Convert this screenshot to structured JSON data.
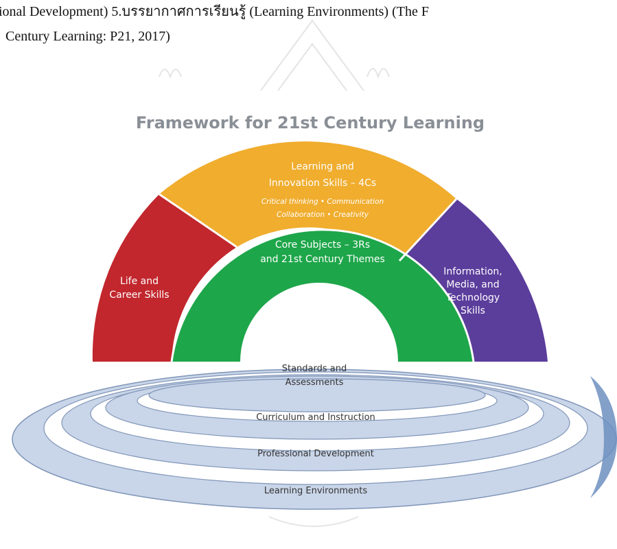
{
  "document": {
    "line1": "ional Development) 5.บรรยากาศการเรียนรู้ (Learning Environments) (The F",
    "line2": "Century Learning: P21, 2017)"
  },
  "diagram": {
    "title": "Framework for 21st Century Learning",
    "segments": {
      "learning_innovation": {
        "title_line1": "Learning and",
        "title_line2": "Innovation Skills – 4Cs",
        "sub_line1": "Critical thinking • Communication",
        "sub_line2": "Collaboration • Creativity",
        "color": "#f0ad2e"
      },
      "life_career": {
        "line1": "Life and",
        "line2": "Career Skills",
        "color": "#c1272d"
      },
      "info_media_tech": {
        "line1": "Information,",
        "line2": "Media, and",
        "line3": "Technology",
        "line4": "Skills",
        "color": "#5b3d9c"
      },
      "core_subjects": {
        "line1": "Core Subjects – 3Rs",
        "line2": "and 21st Century Themes",
        "color": "#1ea64a"
      }
    },
    "support_systems": {
      "standards_line1": "Standards and",
      "standards_line2": "Assessments",
      "curriculum": "Curriculum and Instruction",
      "professional": "Professional Development",
      "environments": "Learning Environments",
      "ring_color": "#c9d5e8",
      "ring_edge_color": "#6d8fc0"
    }
  }
}
